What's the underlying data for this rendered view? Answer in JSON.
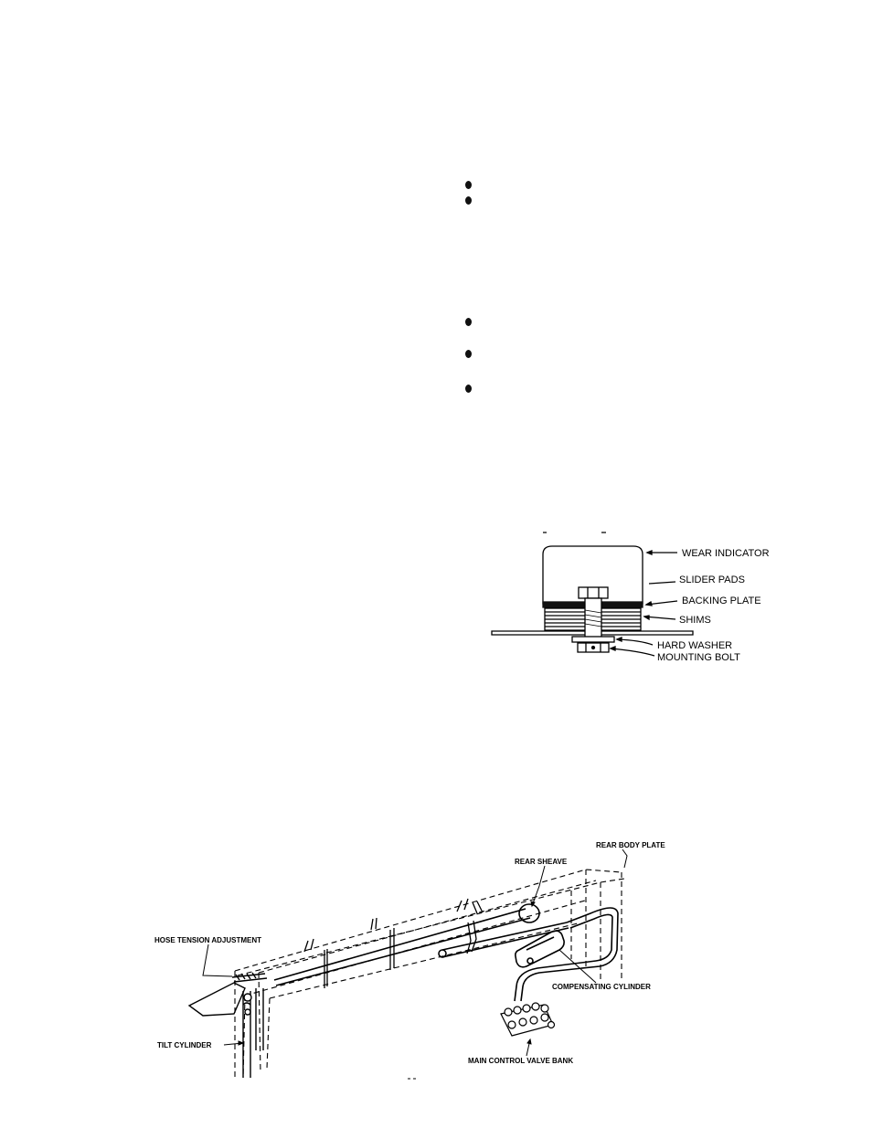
{
  "slider_pad_figure": {
    "labels": {
      "wear_indicator": "WEAR INDICATOR",
      "slider_pads": "SLIDER PADS",
      "backing_plate": "BACKING PLATE",
      "shims": "SHIMS",
      "hard_washer": "HARD WASHER",
      "mounting_bolt": "MOUNTING BOLT"
    }
  },
  "hose_routing_figure": {
    "labels": {
      "rear_body_plate": "REAR BODY PLATE",
      "rear_sheave": "REAR SHEAVE",
      "hose_tension_adjustment": "HOSE TENSION ADJUSTMENT",
      "compensating_cylinder": "COMPENSATING CYLINDER",
      "tilt_cylinder": "TILT CYLINDER",
      "main_control_valve_bank": "MAIN CONTROL VALVE BANK"
    }
  }
}
